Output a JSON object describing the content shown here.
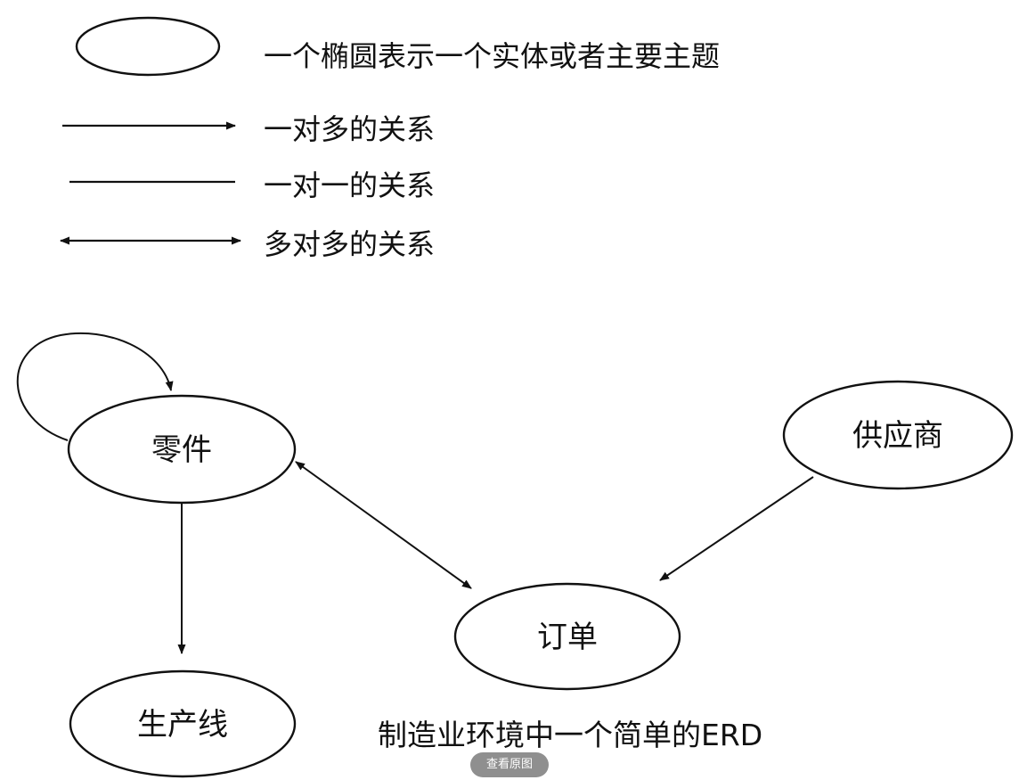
{
  "legend": {
    "entity": "一个椭圆表示一个实体或者主要主题",
    "one_to_many": "一对多的关系",
    "one_to_one": "一对一的关系",
    "many_to_many": "多对多的关系"
  },
  "entities": {
    "part": "零件",
    "supplier": "供应商",
    "order": "订单",
    "production_line": "生产线"
  },
  "caption": "制造业环境中一个简单的ERD",
  "view_original": "查看原图"
}
